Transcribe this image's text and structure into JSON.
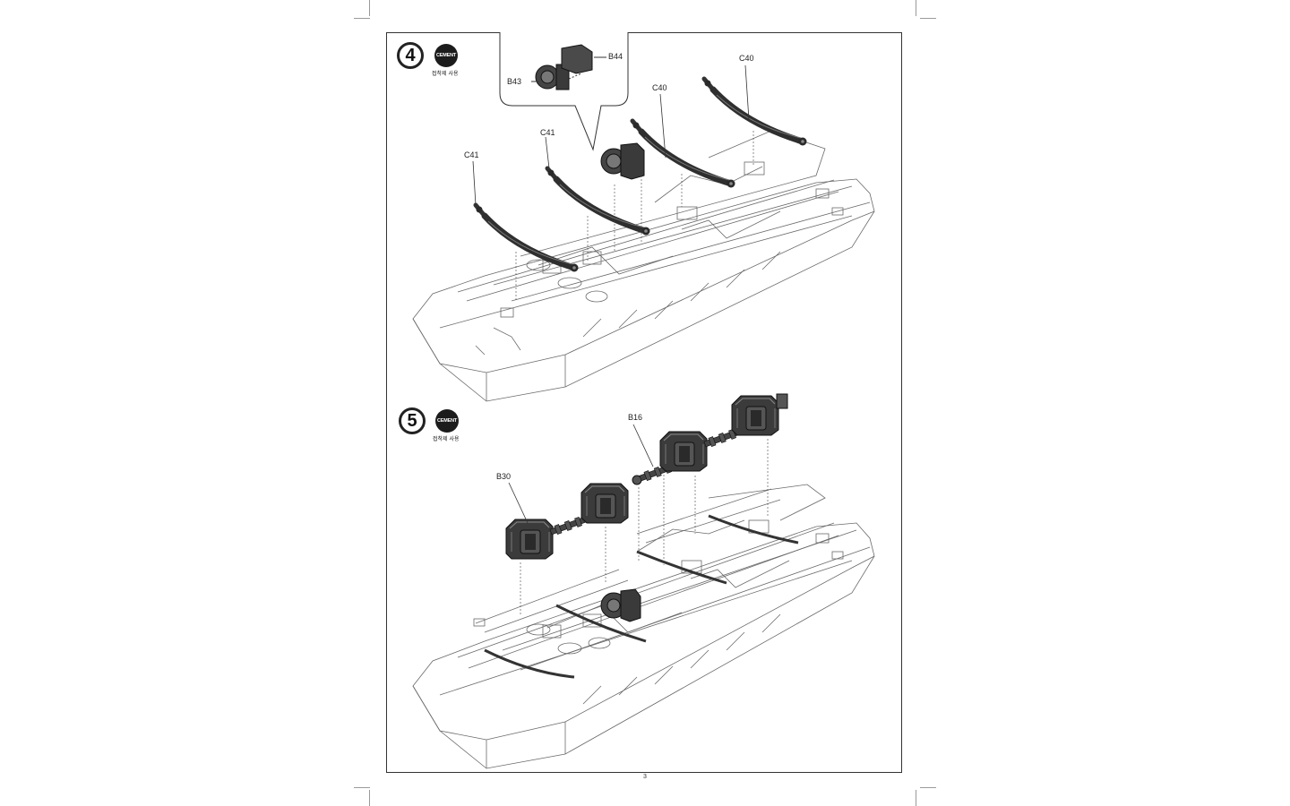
{
  "page": {
    "number": "3"
  },
  "steps": [
    {
      "number": "4",
      "cement_badge": "CEMENT",
      "cement_note": "접착제 사용",
      "inset_labels": [
        "B44",
        "B43"
      ],
      "part_labels": [
        "C40",
        "C40",
        "C41",
        "C41"
      ]
    },
    {
      "number": "5",
      "cement_badge": "CEMENT",
      "cement_note": "접착제 사용",
      "part_labels": [
        "B16",
        "B30"
      ]
    }
  ],
  "colors": {
    "line": "#555555",
    "part_fill": "#3a3a3a",
    "frame": "#333333"
  }
}
